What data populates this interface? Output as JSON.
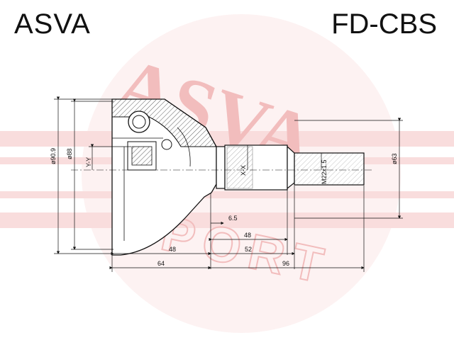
{
  "header": {
    "brand": "ASVA",
    "part_number": "FD-CBS"
  },
  "watermark": {
    "top_text": "ASVA",
    "bottom_text": "SPORT",
    "color": "#f2a6a6"
  },
  "dimensions": {
    "outer_diameter": "ø90.9",
    "housing_diameter": "ø88",
    "seal_diameter": "ø63",
    "thread": "M22x1.5",
    "axis_y": "Y-Y",
    "axis_x": "X-X",
    "offset": "6.5",
    "length_48_upper": "48",
    "length_48_lower": "48",
    "length_52": "52",
    "length_64": "64",
    "length_96": "96"
  }
}
